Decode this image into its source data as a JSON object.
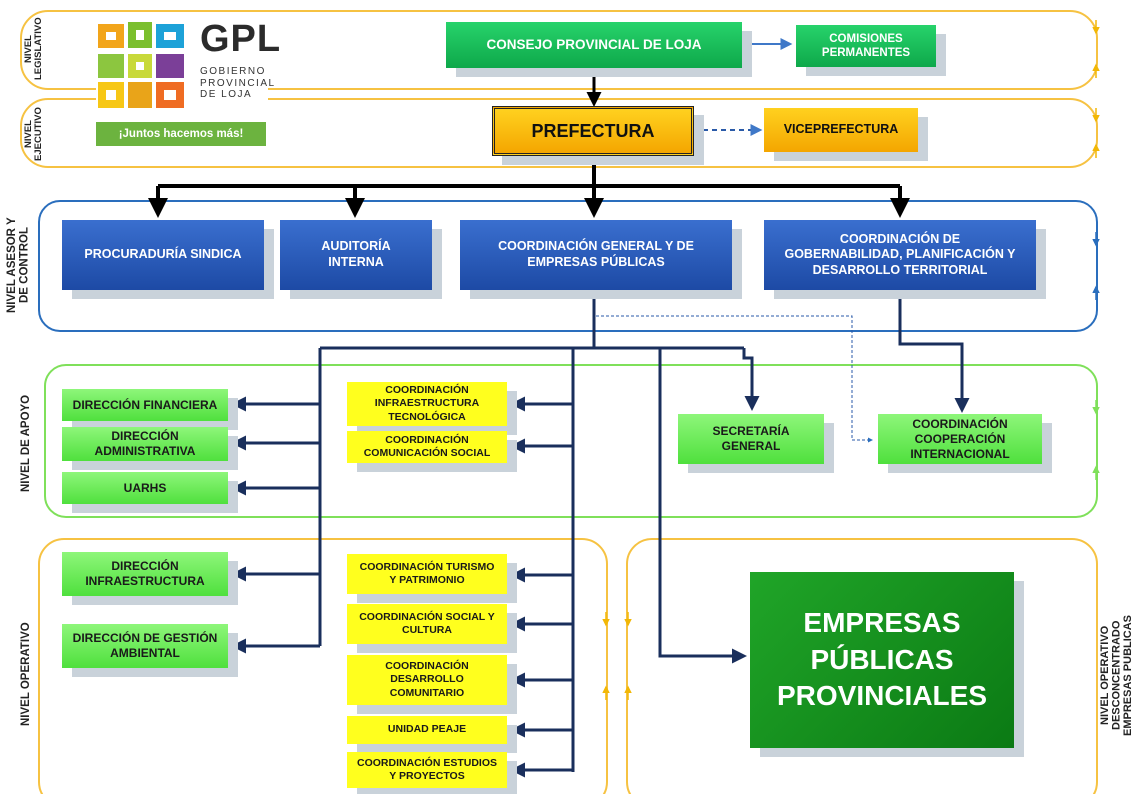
{
  "logo": {
    "acronym": "GPL",
    "name_lines": [
      "GOBIERNO",
      "PROVINCIAL",
      "DE LOJA"
    ],
    "slogan": "¡Juntos hacemos más!"
  },
  "levels": {
    "legislativo": [
      "NIVEL",
      "LEGISLATIVO"
    ],
    "ejecutivo": [
      "NIVEL",
      "EJECUTIVO"
    ],
    "asesor": [
      "NIVEL ASESOR Y",
      "DE CONTROL"
    ],
    "apoyo": "NIVEL DE APOYO",
    "operativo": "NIVEL OPERATIVO",
    "desconcentrado": [
      "NIVEL OPERATIVO",
      "DESCONCENTRADO",
      "EMPRESAS PUBLICAS"
    ]
  },
  "nodes": {
    "consejo": "CONSEJO PROVINCIAL DE LOJA",
    "comisiones": [
      "COMISIONES",
      "PERMANENTES"
    ],
    "prefectura": "PREFECTURA",
    "viceprefectura": "VICEPREFECTURA",
    "procuraduria": "PROCURADURÍA SINDICA",
    "auditoria": [
      "AUDITORÍA",
      "INTERNA"
    ],
    "coord_general": [
      "COORDINACIÓN GENERAL Y DE",
      "EMPRESAS PÚBLICAS"
    ],
    "coord_gobernabilidad": [
      "COORDINACIÓN DE",
      "GOBERNABILIDAD, PLANIFICACIÓN Y",
      "DESARROLLO TERRITORIAL"
    ],
    "dir_financiera": "DIRECCIÓN FINANCIERA",
    "dir_administrativa": [
      "DIRECCIÓN",
      "ADMINISTRATIVA"
    ],
    "uarhs": "UARHS",
    "coord_infra_tec": [
      "COORDINACIÓN",
      "INFRAESTRUCTURA",
      "TECNOLÓGICA"
    ],
    "coord_comunicacion": [
      "COORDINACIÓN",
      "COMUNICACIÓN SOCIAL"
    ],
    "secretaria": [
      "SECRETARÍA",
      "GENERAL"
    ],
    "coord_cooperacion": [
      "COORDINACIÓN",
      "COOPERACIÓN",
      "INTERNACIONAL"
    ],
    "dir_infraestructura": [
      "DIRECCIÓN",
      "INFRAESTRUCTURA"
    ],
    "dir_gestion_ambiental": [
      "DIRECCIÓN DE GESTIÓN",
      "AMBIENTAL"
    ],
    "coord_turismo": [
      "COORDINACIÓN TURISMO",
      "Y PATRIMONIO"
    ],
    "coord_social": [
      "COORDINACIÓN SOCIAL Y",
      "CULTURA"
    ],
    "coord_desarrollo": [
      "COORDINACIÓN",
      "DESARROLLO",
      "COMUNITARIO"
    ],
    "unidad_peaje": "UNIDAD PEAJE",
    "coord_estudios": [
      "COORDINACIÓN ESTUDIOS",
      "Y PROYECTOS"
    ],
    "empresas": [
      "EMPRESAS",
      "PÚBLICAS",
      "PROVINCIALES"
    ]
  },
  "colors": {
    "legislative_green": "#15b953",
    "executive_orange": "#f9b800",
    "advisory_blue": "#2556b8",
    "support_green": "#5de84a",
    "operative_yellow": "#ffff1e",
    "enterprise_green": "#158f1e",
    "connector_navy": "#1a2f5c",
    "frame_orange": "#f6c242",
    "frame_blue": "#2a6ebd",
    "frame_green": "#7fe05a"
  },
  "edges": [
    {
      "from": "consejo",
      "to": "comisiones",
      "style": "solid"
    },
    {
      "from": "consejo",
      "to": "prefectura",
      "style": "solid"
    },
    {
      "from": "prefectura",
      "to": "viceprefectura",
      "style": "dashed"
    },
    {
      "from": "prefectura",
      "to": "procuraduria",
      "style": "solid"
    },
    {
      "from": "prefectura",
      "to": "auditoria",
      "style": "solid"
    },
    {
      "from": "prefectura",
      "to": "coord_general",
      "style": "solid"
    },
    {
      "from": "prefectura",
      "to": "coord_gobernabilidad",
      "style": "solid"
    },
    {
      "from": "coord_general",
      "to": "dir_financiera",
      "style": "solid"
    },
    {
      "from": "coord_general",
      "to": "dir_administrativa",
      "style": "solid"
    },
    {
      "from": "coord_general",
      "to": "uarhs",
      "style": "solid"
    },
    {
      "from": "coord_general",
      "to": "dir_infraestructura",
      "style": "solid"
    },
    {
      "from": "coord_general",
      "to": "dir_gestion_ambiental",
      "style": "solid"
    },
    {
      "from": "coord_general",
      "to": "coord_infra_tec",
      "style": "solid"
    },
    {
      "from": "coord_general",
      "to": "coord_comunicacion",
      "style": "solid"
    },
    {
      "from": "coord_general",
      "to": "coord_turismo",
      "style": "solid"
    },
    {
      "from": "coord_general",
      "to": "coord_social",
      "style": "solid"
    },
    {
      "from": "coord_general",
      "to": "coord_desarrollo",
      "style": "solid"
    },
    {
      "from": "coord_general",
      "to": "unidad_peaje",
      "style": "solid"
    },
    {
      "from": "coord_general",
      "to": "coord_estudios",
      "style": "solid"
    },
    {
      "from": "coord_general",
      "to": "secretaria",
      "style": "solid"
    },
    {
      "from": "coord_general",
      "to": "empresas",
      "style": "solid"
    },
    {
      "from": "coord_general",
      "to": "coord_cooperacion",
      "style": "dashed"
    },
    {
      "from": "coord_gobernabilidad",
      "to": "coord_cooperacion",
      "style": "solid"
    }
  ]
}
